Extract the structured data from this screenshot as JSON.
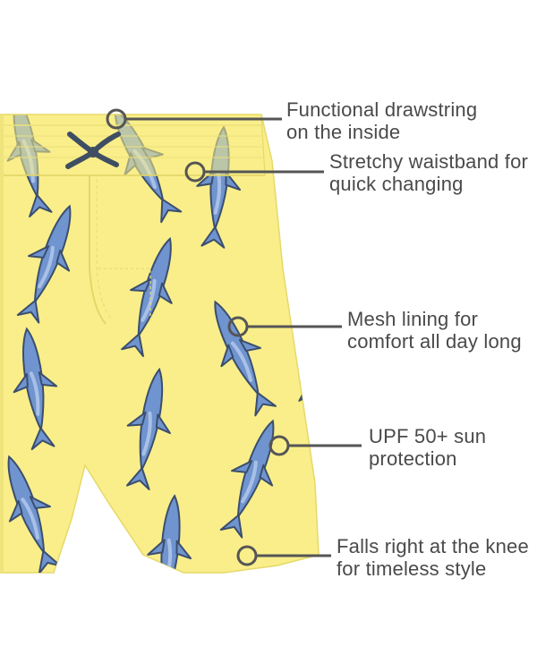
{
  "colors": {
    "fabric": "#f9ee8a",
    "shark": "#6f94cf",
    "shark_outline": "#3b4e6e",
    "drawstring": "#3f4e62",
    "leader": "#555555",
    "text": "#4a4a4a"
  },
  "icons": {
    "shark": "shark-print-icon",
    "marker": "callout-circle-marker"
  },
  "callouts": [
    {
      "line1": "Functional drawstring",
      "line2": "on the inside"
    },
    {
      "line1": "Stretchy waistband for",
      "line2": "quick changing"
    },
    {
      "line1": "Mesh lining for",
      "line2": "comfort all day long"
    },
    {
      "line1": "UPF 50+ sun",
      "line2": "protection"
    },
    {
      "line1": "Falls right at the knee",
      "line2": "for timeless style"
    }
  ]
}
